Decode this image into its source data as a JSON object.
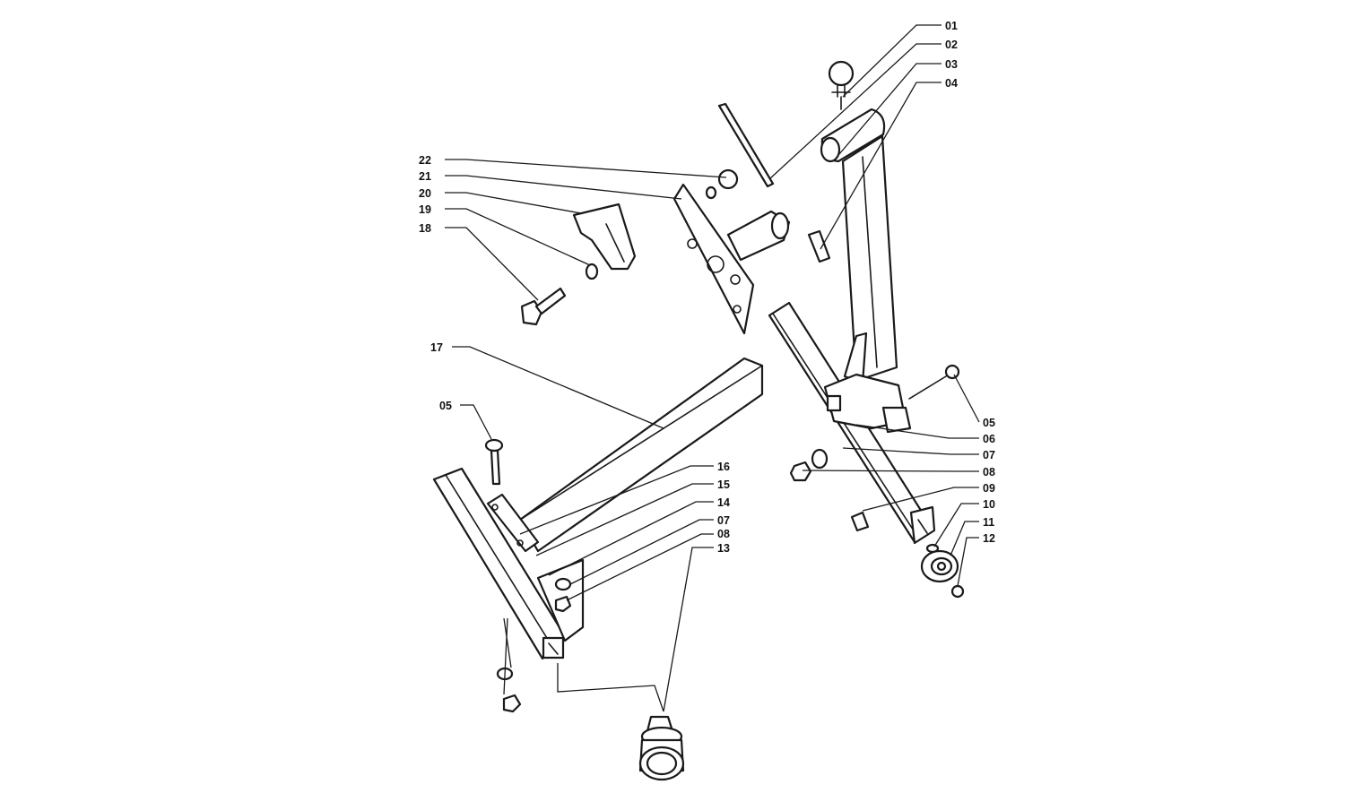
{
  "callouts": {
    "c01": "01",
    "c02": "02",
    "c03": "03",
    "c04": "04",
    "c05r": "05",
    "c06": "06",
    "c07r": "07",
    "c08r": "08",
    "c09": "09",
    "c10": "10",
    "c11": "11",
    "c12": "12",
    "c13": "13",
    "c14": "14",
    "c15": "15",
    "c16": "16",
    "c17": "17",
    "c05l": "05",
    "c07l": "07",
    "c08l": "08",
    "c18": "18",
    "c19": "19",
    "c20": "20",
    "c21": "21",
    "c22": "22"
  },
  "colors": {
    "ink": "#1a1a1a",
    "paper": "#ffffff"
  }
}
